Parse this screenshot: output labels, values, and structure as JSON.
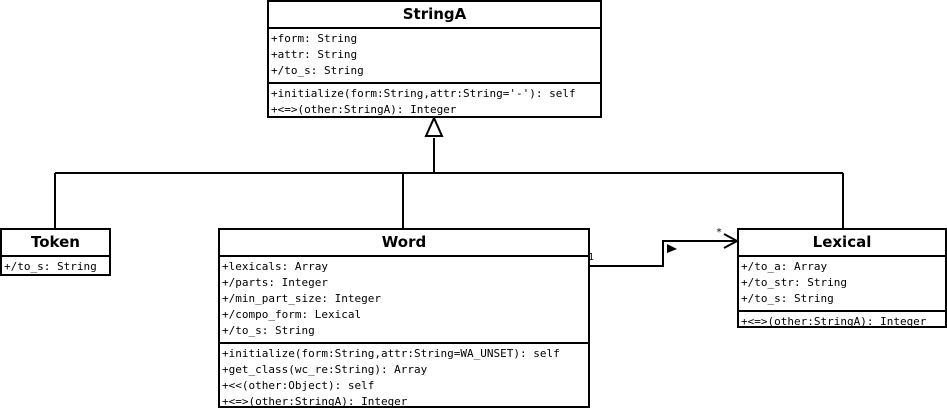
{
  "classes": {
    "stringa": {
      "name": "StringA",
      "attributes": [
        "+form: String",
        "+attr: String",
        "+/to_s: String"
      ],
      "operations": [
        "+initialize(form:String,attr:String='-'): self",
        "+<=>(other:StringA): Integer"
      ]
    },
    "token": {
      "name": "Token",
      "attributes": [
        "+/to_s: String"
      ]
    },
    "word": {
      "name": "Word",
      "attributes": [
        "+lexicals: Array",
        "+/parts: Integer",
        "+/min_part_size: Integer",
        "+/compo_form: Lexical",
        "+/to_s: String"
      ],
      "operations": [
        "+initialize(form:String,attr:String=WA_UNSET): self",
        "+get_class(wc_re:String): Array",
        "+<<(other:Object): self",
        "+<=>(other:StringA): Integer"
      ]
    },
    "lexical": {
      "name": "Lexical",
      "attributes": [
        "+/to_a: Array",
        "+/to_str: String",
        "+/to_s: String"
      ],
      "operations": [
        "+<=>(other:StringA): Integer"
      ]
    }
  },
  "association": {
    "source_multiplicity": "1",
    "target_multiplicity": "*"
  }
}
